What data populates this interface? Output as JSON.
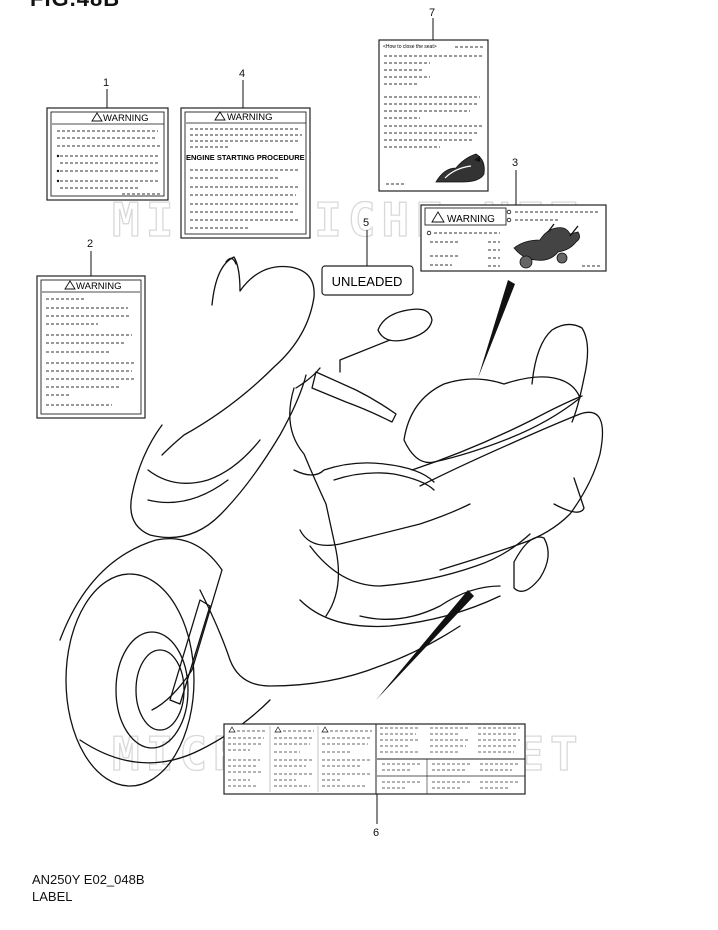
{
  "figure": {
    "title": "FIG.48B",
    "model_code": "AN250Y E02_048B",
    "section": "LABEL",
    "watermark": "MICROFICHE.NET"
  },
  "parts": [
    {
      "ref": "1",
      "text": "WARNING"
    },
    {
      "ref": "2",
      "text": "WARNING"
    },
    {
      "ref": "3",
      "text": "WARNING"
    },
    {
      "ref": "4",
      "text": "WARNING",
      "subheading": "ENGINE STARTING PROCEDURE"
    },
    {
      "ref": "5",
      "text": "UNLEADED"
    },
    {
      "ref": "6",
      "text": ""
    },
    {
      "ref": "7",
      "text": "<How to close the seat>"
    }
  ]
}
